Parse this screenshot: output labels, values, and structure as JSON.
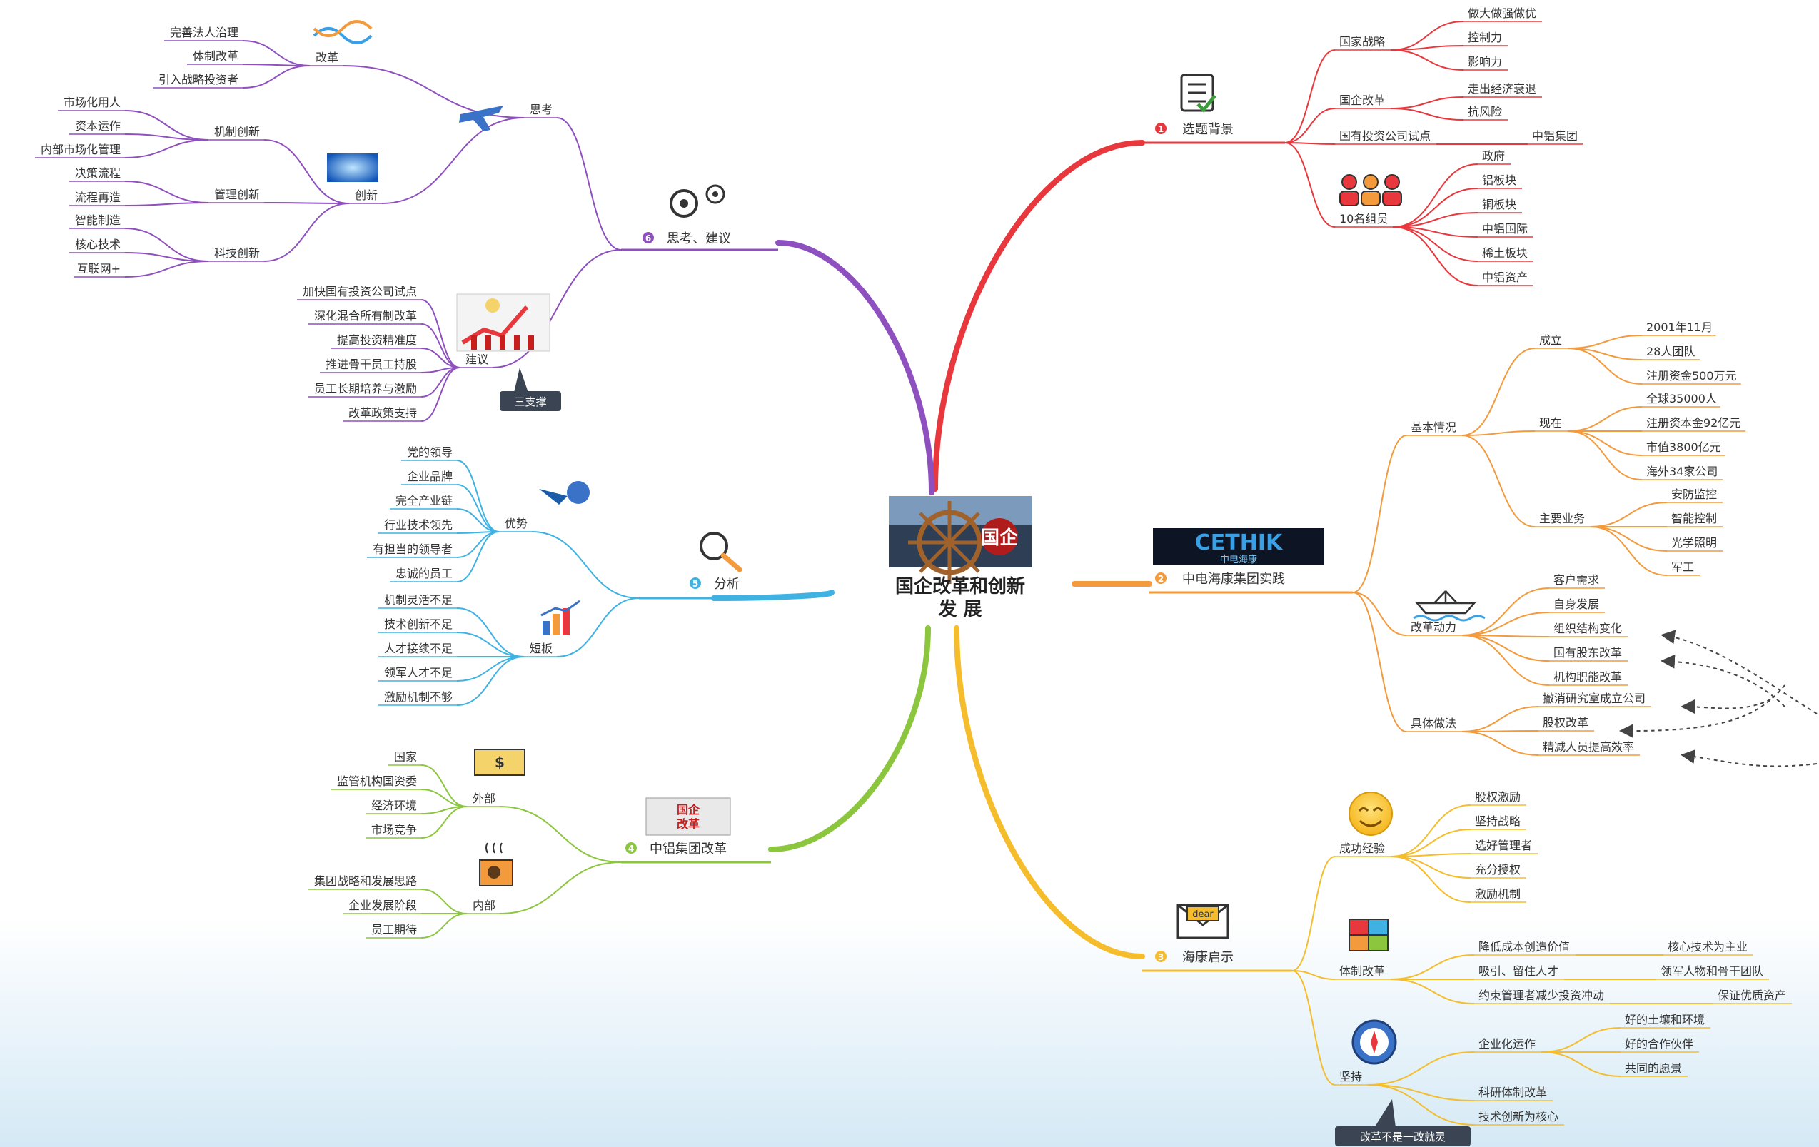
{
  "center": {
    "title_line1": "国企改革和创新",
    "title_line2": "发 展",
    "badge": "国企"
  },
  "colors": {
    "b1": "#e8383d",
    "b2": "#f29a3c",
    "b3": "#f5bd2c",
    "b4": "#8cc63f",
    "b5": "#3fb2e3",
    "b6": "#8e4fbf"
  },
  "branches": [
    {
      "num": "1",
      "label": "选题背景",
      "icon": "checklist-icon",
      "children": [
        {
          "label": "国家战略",
          "children": [
            {
              "label": "做大做强做优"
            },
            {
              "label": "控制力"
            },
            {
              "label": "影响力"
            }
          ]
        },
        {
          "label": "国企改革",
          "children": [
            {
              "label": "走出经济衰退"
            },
            {
              "label": "抗风险"
            }
          ]
        },
        {
          "label": "国有投资公司试点",
          "children": [
            {
              "label": "中铝集团"
            }
          ]
        },
        {
          "label": "10名组员",
          "icon": "team-icon",
          "children": [
            {
              "label": "政府"
            },
            {
              "label": "铝板块"
            },
            {
              "label": "铜板块"
            },
            {
              "label": "中铝国际"
            },
            {
              "label": "稀土板块"
            },
            {
              "label": "中铝资产"
            }
          ]
        }
      ]
    },
    {
      "num": "2",
      "label": "中电海康集团实践",
      "logo_text": "CETHIK",
      "logo_sub": "中电海康",
      "children": [
        {
          "label": "基本情况",
          "children": [
            {
              "label": "成立",
              "children": [
                {
                  "label": "2001年11月"
                },
                {
                  "label": "28人团队"
                },
                {
                  "label": "注册资金500万元"
                }
              ]
            },
            {
              "label": "现在",
              "children": [
                {
                  "label": "全球35000人"
                },
                {
                  "label": "注册资本金92亿元"
                },
                {
                  "label": "市值3800亿元"
                },
                {
                  "label": "海外34家公司"
                }
              ]
            },
            {
              "label": "主要业务",
              "children": [
                {
                  "label": "安防监控"
                },
                {
                  "label": "智能控制"
                },
                {
                  "label": "光学照明"
                },
                {
                  "label": "军工"
                }
              ]
            }
          ]
        },
        {
          "label": "改革动力",
          "icon": "boat-icon",
          "children": [
            {
              "label": "客户需求"
            },
            {
              "label": "自身发展"
            },
            {
              "label": "组织结构变化"
            },
            {
              "label": "国有股东改革"
            },
            {
              "label": "机构职能改革"
            }
          ]
        },
        {
          "label": "具体做法",
          "children": [
            {
              "label": "撤消研究室成立公司"
            },
            {
              "label": "股权改革"
            },
            {
              "label": "精减人员提高效率"
            }
          ]
        }
      ]
    },
    {
      "num": "3",
      "label": "海康启示",
      "icon": "envelope-icon",
      "envelope_text": "dear",
      "children": [
        {
          "label": "成功经验",
          "icon": "smiley-icon",
          "children": [
            {
              "label": "股权激励"
            },
            {
              "label": "坚持战略"
            },
            {
              "label": "选好管理者"
            },
            {
              "label": "充分授权"
            },
            {
              "label": "激励机制"
            }
          ]
        },
        {
          "label": "体制改革",
          "icon": "puzzle-icon",
          "children": [
            {
              "label": "降低成本创造价值",
              "children": [
                {
                  "label": "核心技术为主业"
                }
              ]
            },
            {
              "label": "吸引、留住人才",
              "children": [
                {
                  "label": "领军人物和骨干团队"
                }
              ]
            },
            {
              "label": "约束管理者减少投资冲动",
              "children": [
                {
                  "label": "保证优质资产"
                }
              ]
            }
          ]
        },
        {
          "label": "坚持",
          "icon": "compass-icon",
          "callout": "改革不是一改就灵",
          "children": [
            {
              "label": "企业化运作",
              "children": [
                {
                  "label": "好的土壤和环境"
                },
                {
                  "label": "好的合作伙伴"
                },
                {
                  "label": "共同的愿景"
                }
              ]
            },
            {
              "label": "科研体制改革"
            },
            {
              "label": "技术创新为核心"
            }
          ]
        }
      ]
    },
    {
      "num": "4",
      "label": "中铝集团改革",
      "stamp_text": "国企改革",
      "children": [
        {
          "label": "外部",
          "icon": "money-icon",
          "children": [
            {
              "label": "国家"
            },
            {
              "label": "监管机构国资委"
            },
            {
              "label": "经济环境"
            },
            {
              "label": "市场竞争"
            }
          ]
        },
        {
          "label": "内部",
          "icon": "coffee-icon",
          "children": [
            {
              "label": "集团战略和发展思路"
            },
            {
              "label": "企业发展阶段"
            },
            {
              "label": "员工期待"
            }
          ]
        }
      ]
    },
    {
      "num": "5",
      "label": "分析",
      "icon": "magnifier-icon",
      "children": [
        {
          "label": "优势",
          "icon": "globe-icon",
          "children": [
            {
              "label": "党的领导"
            },
            {
              "label": "企业品牌"
            },
            {
              "label": "完全产业链"
            },
            {
              "label": "行业技术领先"
            },
            {
              "label": "有担当的领导者"
            },
            {
              "label": "忠诚的员工"
            }
          ]
        },
        {
          "label": "短板",
          "icon": "bar-chart-icon",
          "children": [
            {
              "label": "机制灵活不足"
            },
            {
              "label": "技术创新不足"
            },
            {
              "label": "人才接续不足"
            },
            {
              "label": "领军人才不足"
            },
            {
              "label": "激励机制不够"
            }
          ]
        }
      ]
    },
    {
      "num": "6",
      "label": "思考、建议",
      "icon": "gears-icon",
      "children": [
        {
          "label": "思考",
          "icon": "airplane-icon",
          "children": [
            {
              "label": "改革",
              "icon": "dna-icon",
              "children": [
                {
                  "label": "完善法人治理"
                },
                {
                  "label": "体制改革"
                },
                {
                  "label": "引入战略投资者"
                }
              ]
            },
            {
              "label": "创新",
              "icon": "innovation-icon",
              "children": [
                {
                  "label": "机制创新",
                  "children": [
                    {
                      "label": "市场化用人"
                    },
                    {
                      "label": "资本运作"
                    },
                    {
                      "label": "内部市场化管理"
                    }
                  ]
                },
                {
                  "label": "管理创新",
                  "children": [
                    {
                      "label": "决策流程"
                    },
                    {
                      "label": "流程再造"
                    }
                  ]
                },
                {
                  "label": "科技创新",
                  "children": [
                    {
                      "label": "智能制造"
                    },
                    {
                      "label": "核心技术"
                    },
                    {
                      "label": "互联网+"
                    }
                  ]
                }
              ]
            }
          ]
        },
        {
          "label": "建议",
          "icon": "growth-icon",
          "callout": "三支撑",
          "children": [
            {
              "label": "加快国有投资公司试点"
            },
            {
              "label": "深化混合所有制改革"
            },
            {
              "label": "提高投资精准度"
            },
            {
              "label": "推进骨干员工持股"
            },
            {
              "label": "员工长期培养与激励"
            },
            {
              "label": "改革政策支持"
            }
          ]
        }
      ]
    }
  ]
}
